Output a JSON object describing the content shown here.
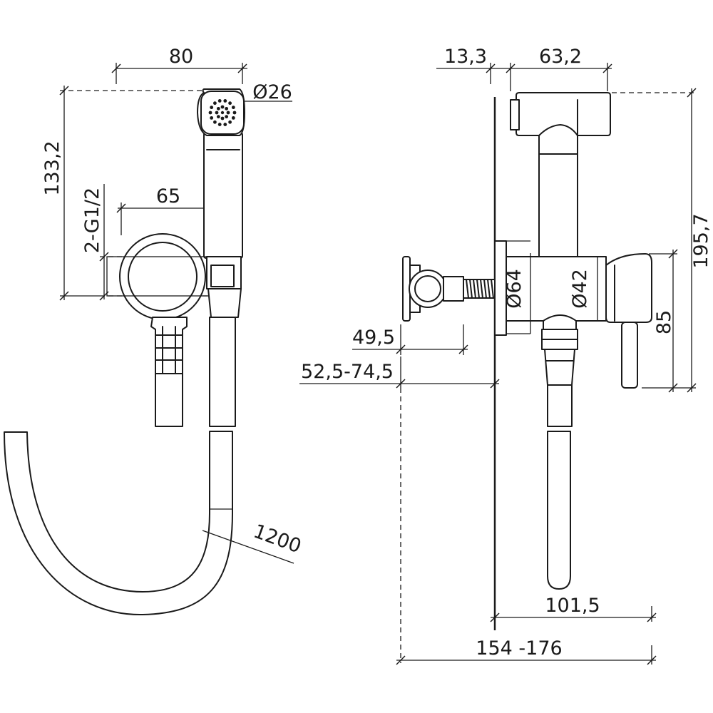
{
  "front_view": {
    "width_label": "80",
    "head_diameter_label": "Ø26",
    "height_label": "133,2",
    "spacing_label": "65",
    "thread_label": "2-G1/2",
    "hose_length_label": "1200"
  },
  "side_view": {
    "wall_offset_label": "13,3",
    "head_length_label": "63,2",
    "total_height_label": "195,7",
    "flange_diameter_label": "Ø64",
    "body_diameter_label": "Ø42",
    "valve_height_label": "85",
    "projection_label": "49,5",
    "installation_depth_label": "52,5-74,5",
    "hose_projection_label": "101,5",
    "total_depth_label": "154 -176"
  }
}
